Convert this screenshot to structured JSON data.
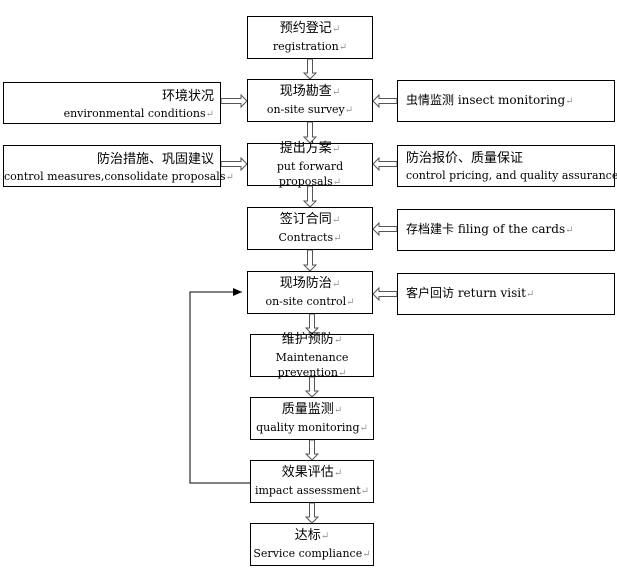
{
  "main_flow": [
    {
      "zh": "预约登记",
      "en": "registration"
    },
    {
      "zh": "现场勘查",
      "en": "on-site survey"
    },
    {
      "zh": "提出方案",
      "en": "put forward proposals"
    },
    {
      "zh": "签订合同",
      "en": "Contracts"
    },
    {
      "zh": "现场防治",
      "en": "on-site control"
    },
    {
      "zh": "维护预防",
      "en": "Maintenance prevention"
    },
    {
      "zh": "质量监测",
      "en": "quality monitoring"
    },
    {
      "zh": "效果评估",
      "en": "impact assessment"
    },
    {
      "zh": "达标",
      "en": "Service compliance"
    }
  ],
  "left_inputs": [
    {
      "zh": "环境状况",
      "en": "environmental conditions"
    },
    {
      "zh": "防治措施、巩固建议",
      "en": "control measures,consolidate proposals"
    }
  ],
  "right_inputs": [
    {
      "text": "虫情监测 insect monitoring"
    },
    {
      "zh": "防治报价、质量保证",
      "en": "control pricing, and quality assurance"
    },
    {
      "text": "存档建卡 filing of the cards"
    },
    {
      "text": "客户回访 return visit"
    }
  ],
  "paragraph_mark": "↵"
}
